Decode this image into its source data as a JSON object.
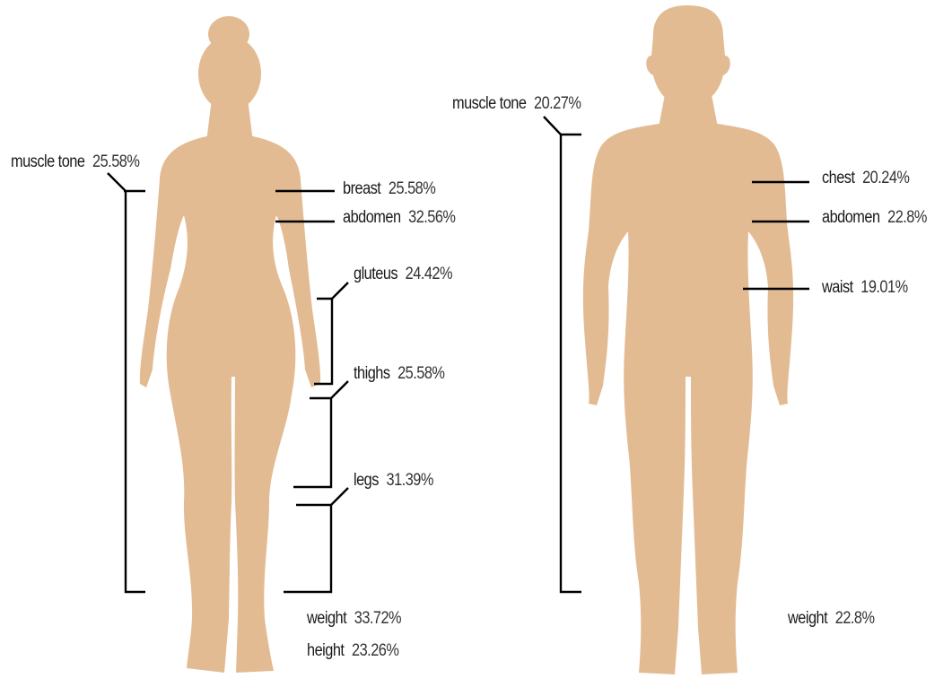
{
  "colors": {
    "skin": "#e3bb92",
    "line": "#000000",
    "text": "#1a1a1a"
  },
  "female": {
    "muscle_tone": {
      "name": "muscle tone",
      "value": "25.58%"
    },
    "breast": {
      "name": "breast",
      "value": "25.58%"
    },
    "abdomen": {
      "name": "abdomen",
      "value": "32.56%"
    },
    "gluteus": {
      "name": "gluteus",
      "value": "24.42%"
    },
    "thighs": {
      "name": "thighs",
      "value": "25.58%"
    },
    "legs": {
      "name": "legs",
      "value": "31.39%"
    },
    "weight": {
      "name": "weight",
      "value": "33.72%"
    },
    "height": {
      "name": "height",
      "value": "23.26%"
    }
  },
  "male": {
    "muscle_tone": {
      "name": "muscle tone",
      "value": "20.27%"
    },
    "chest": {
      "name": "chest",
      "value": "20.24%"
    },
    "abdomen": {
      "name": "abdomen",
      "value": "22.8%"
    },
    "waist": {
      "name": "waist",
      "value": "19.01%"
    },
    "weight": {
      "name": "weight",
      "value": "22.8%"
    }
  }
}
